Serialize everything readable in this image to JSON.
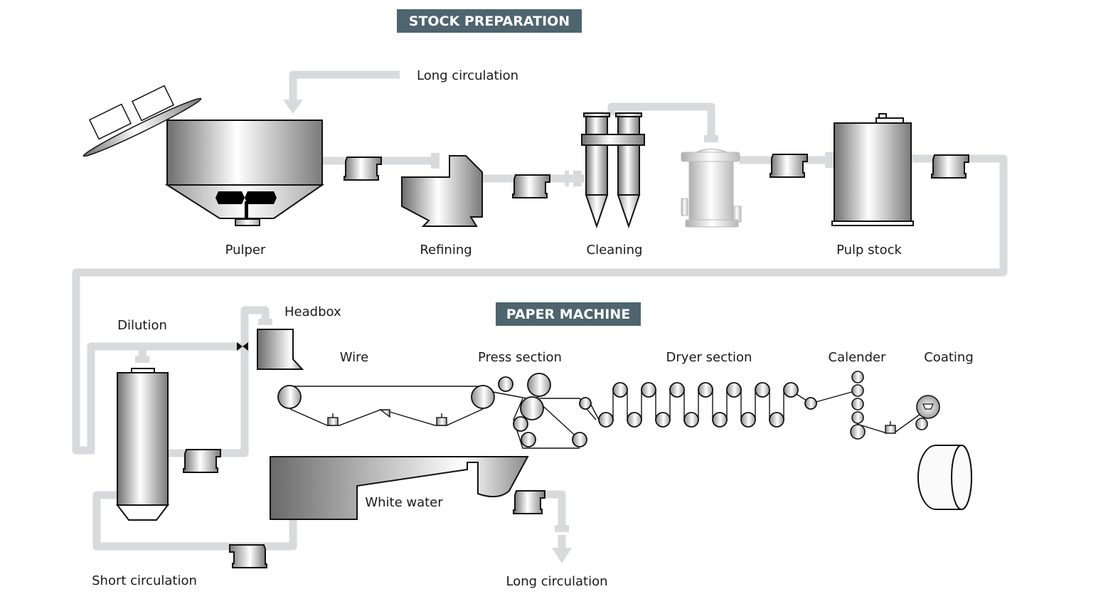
{
  "sections": {
    "stock_preparation": "STOCK PREPARATION",
    "paper_machine": "PAPER MACHINE"
  },
  "colors": {
    "banner": "#4e646e",
    "pipe": "#d9dadb",
    "outline": "#111111"
  },
  "labels": {
    "long_circulation_top": "Long circulation",
    "pulper": "Pulper",
    "refining": "Refining",
    "cleaning": "Cleaning",
    "pulp_stock": "Pulp stock",
    "dilution": "Dilution",
    "headbox": "Headbox",
    "wire": "Wire",
    "press_section": "Press section",
    "dryer_section": "Dryer section",
    "calender": "Calender",
    "coating": "Coating",
    "white_water": "White water",
    "short_circulation": "Short circulation",
    "long_circulation_bottom": "Long circulation"
  },
  "icons": {
    "pulper": "pulper-tank-icon",
    "refiner": "refiner-icon",
    "cleaner": "hydrocyclone-cleaner-icon",
    "screen": "pressure-screen-icon",
    "pulp_chest": "pulp-stock-chest-icon",
    "pump": "pump-icon",
    "valve": "valve-icon",
    "headbox": "headbox-icon",
    "roll": "roll-icon",
    "reel": "paper-reel-icon"
  }
}
